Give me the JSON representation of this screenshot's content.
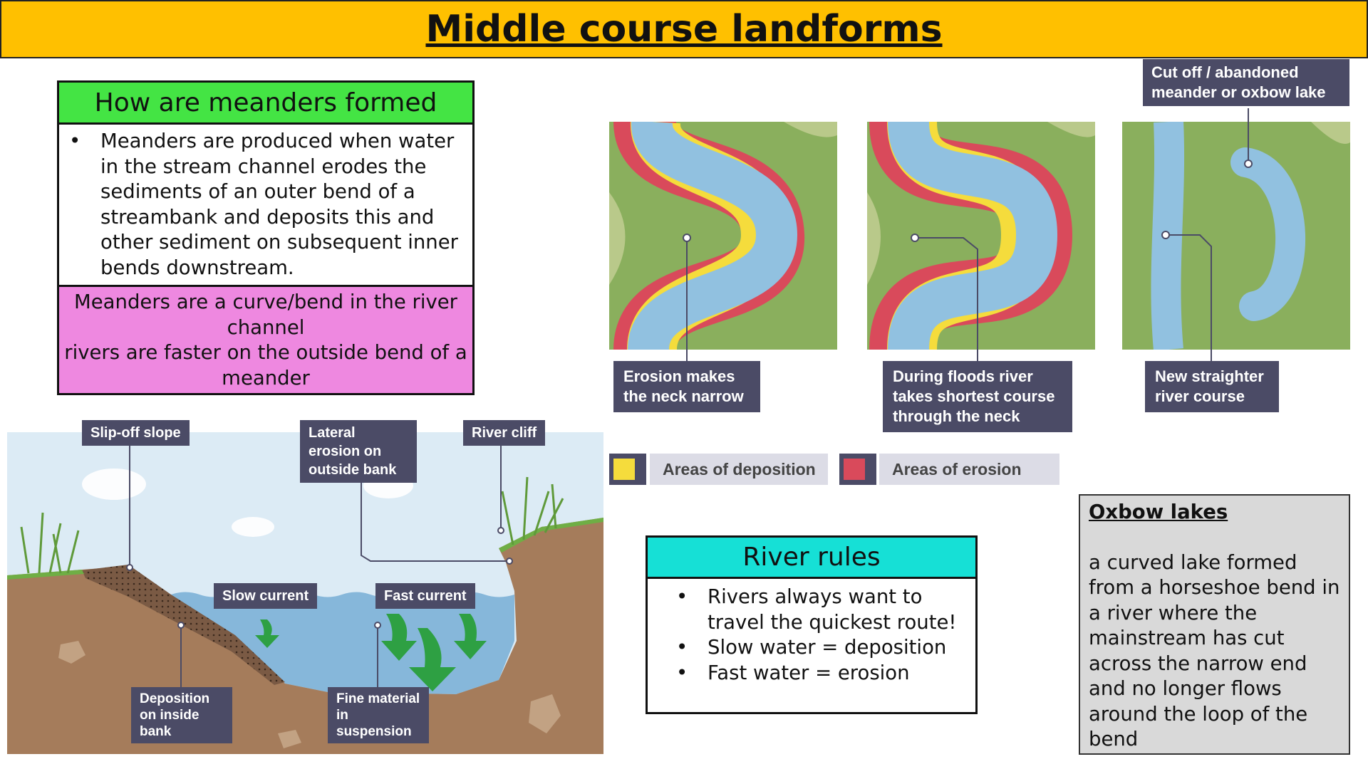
{
  "title": "Middle course landforms",
  "meanders_box": {
    "heading": "How are meanders formed",
    "bullet": "Meanders are produced when water in the stream channel erodes the sediments of an outer bend of a streambank and deposits this and other sediment on subsequent inner bends downstream.",
    "definition_line1": "Meanders are a curve/bend in the river channel",
    "definition_line2": "rivers are faster on the outside bend of a meander"
  },
  "cross_section": {
    "labels": {
      "slip_off": "Slip-off slope",
      "lateral": "Lateral erosion on outside bank",
      "cliff": "River cliff",
      "slow": "Slow current",
      "fast": "Fast current",
      "deposition": "Deposition on inside bank",
      "fine": "Fine material in suspension"
    }
  },
  "oxbow_diagram": {
    "labels": {
      "cutoff": "Cut off / abandoned meander or oxbow lake",
      "erosion_neck": "Erosion makes the neck narrow",
      "floods": "During floods river takes shortest course through the neck",
      "new_course": "New straighter river course"
    },
    "legend": {
      "deposition": "Areas of deposition",
      "erosion": "Areas of erosion"
    }
  },
  "river_rules": {
    "heading": "River rules",
    "items": [
      "Rivers always want to travel the quickest route!",
      "Slow water = deposition",
      "Fast water = erosion"
    ]
  },
  "oxbow_box": {
    "heading": "Oxbow lakes",
    "text": "a curved lake formed from a horseshoe bend in a river where the mainstream has cut across the narrow end and no longer flows around the loop of the bend"
  },
  "colors": {
    "title_bg": "#ffc000",
    "green_header": "#44e444",
    "pink": "#ee88e0",
    "cyan": "#16e0d6",
    "deposition": "#f5dc3c",
    "erosion": "#d94a5b",
    "label_bg": "#4b4b66"
  }
}
